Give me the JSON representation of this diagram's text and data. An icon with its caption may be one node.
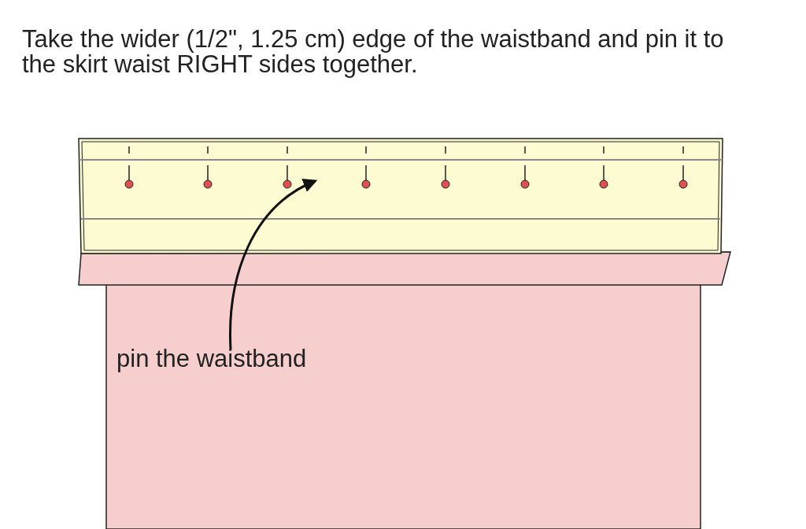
{
  "diagram": {
    "title": "Take the wider (1/2\", 1.25 cm) edge of the waistband and pin it to the skirt waist RIGHT sides together.",
    "nodes": [
      {
        "text": [
          "pin the waistband"
        ]
      },
      {
        "text": [],
        "shape": "box"
      }
    ],
    "edges": [
      {
        "from": 0,
        "to": 1,
        "arrow": "to"
      }
    ]
  }
}
